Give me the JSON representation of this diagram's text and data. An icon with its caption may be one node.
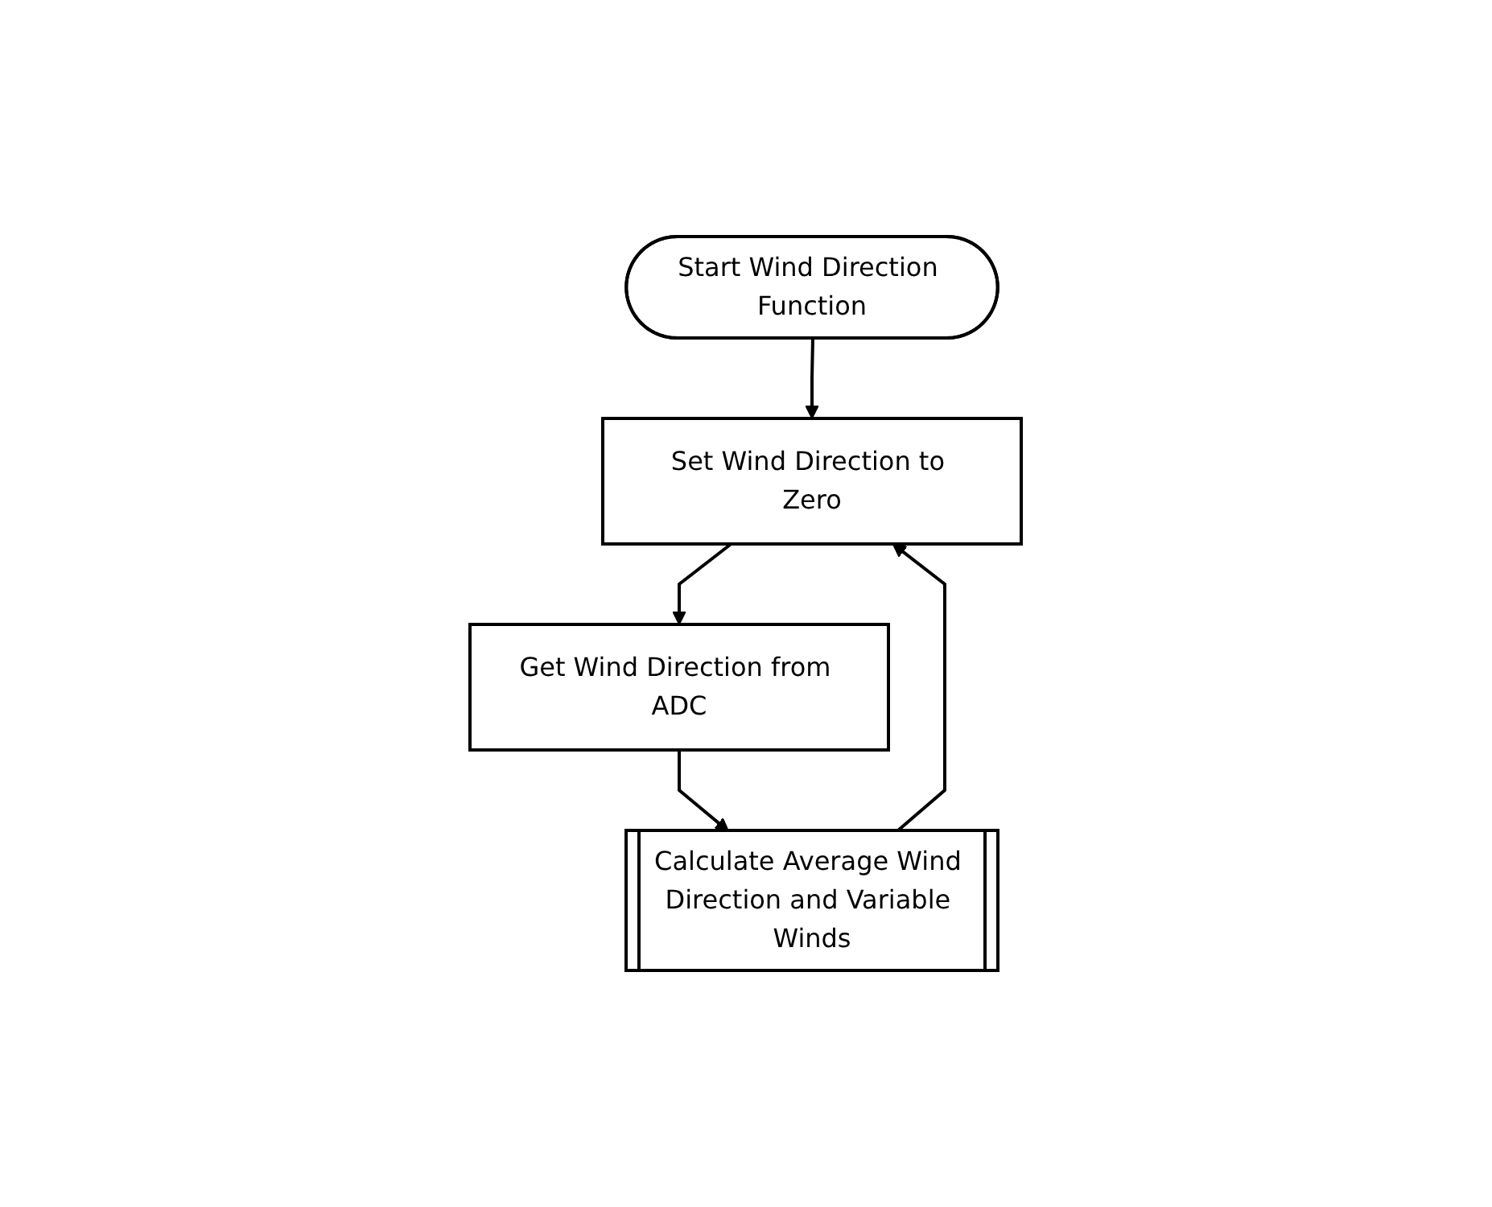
{
  "diagram": {
    "nodes": [
      {
        "text": [
          "Start Wind Direction Function"
        ]
      },
      {
        "text": [
          "Set Wind Direction to Zero"
        ]
      },
      {
        "text": [
          "Get Wind Direction from ADC"
        ]
      },
      {
        "text": [
          "Calculate Average Wind Direction and Variable Winds"
        ]
      }
    ],
    "edges": [
      {
        "from": 0,
        "to": 1,
        "arrow": "to"
      },
      {
        "from": 1,
        "to": 2,
        "arrow": "to"
      },
      {
        "from": 2,
        "to": 3,
        "arrow": "to"
      },
      {
        "from": 3,
        "to": 1,
        "arrow": "to"
      }
    ]
  }
}
